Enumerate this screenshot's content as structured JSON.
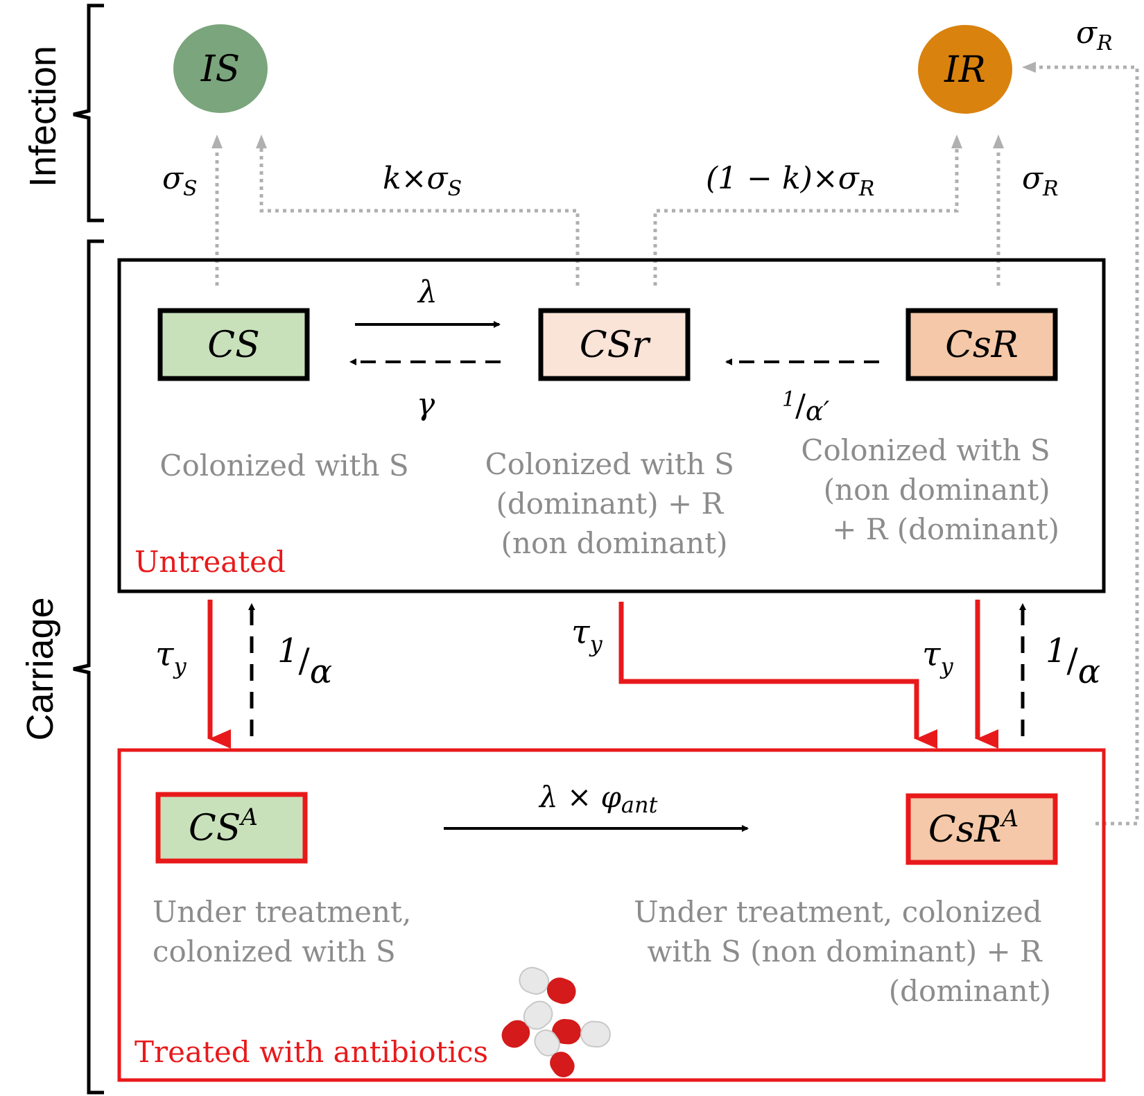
{
  "side_labels": {
    "infection": "Infection",
    "carriage": "Carriage"
  },
  "groups": {
    "untreated": "Untreated",
    "treated": "Treated with antibiotics"
  },
  "nodes": {
    "IS": {
      "label": "IS",
      "color": "#7ba57c"
    },
    "IR": {
      "label": "IR",
      "color": "#d9820e"
    },
    "CS": {
      "label": "CS",
      "color": "#c8e1bb",
      "description": [
        "Colonized with S"
      ]
    },
    "CSr": {
      "label": "CSr",
      "color": "#fae3d7",
      "description": [
        "Colonized with S",
        "(dominant) + R",
        "(non dominant)"
      ]
    },
    "CsR": {
      "label": "CsR",
      "color": "#f4c8a8",
      "description": [
        "Colonized with S",
        "(non dominant)",
        "+ R (dominant)"
      ]
    },
    "CSA": {
      "label": "CS",
      "sup": "A",
      "color": "#c8e1bb",
      "description": [
        "Under treatment,",
        "colonized with S"
      ]
    },
    "CsRA": {
      "label": "CsR",
      "sup": "A",
      "color": "#f4c8a8",
      "description": [
        "Under treatment, colonized",
        "with S (non dominant) + R",
        "(dominant)"
      ]
    }
  },
  "rates": {
    "sigma_s": {
      "base": "σ",
      "sub": "S"
    },
    "k_sigma_s": {
      "pre": "k×σ",
      "sub": "S"
    },
    "one_minus_k_sigma_r": {
      "pre": "(1 − k)×σ",
      "sub": "R"
    },
    "sigma_r": {
      "base": "σ",
      "sub": "R"
    },
    "sigma_r_top": {
      "base": "σ",
      "sub": "R"
    },
    "lambda": "λ",
    "gamma": "γ",
    "alpha_prime": {
      "num": "1",
      "den": "α′"
    },
    "tau_left": {
      "base": "τ",
      "sub": "y"
    },
    "tau_mid": {
      "base": "τ",
      "sub": "y"
    },
    "tau_right": {
      "base": "τ",
      "sub": "y"
    },
    "alpha_left": {
      "num": "1",
      "den": "α"
    },
    "alpha_right": {
      "num": "1",
      "den": "α"
    },
    "lambda_phi": {
      "pre": "λ × φ",
      "sub": "ant"
    }
  },
  "colors": {
    "red": "#e8191b",
    "gray_dotted": "#b0b0b0"
  }
}
